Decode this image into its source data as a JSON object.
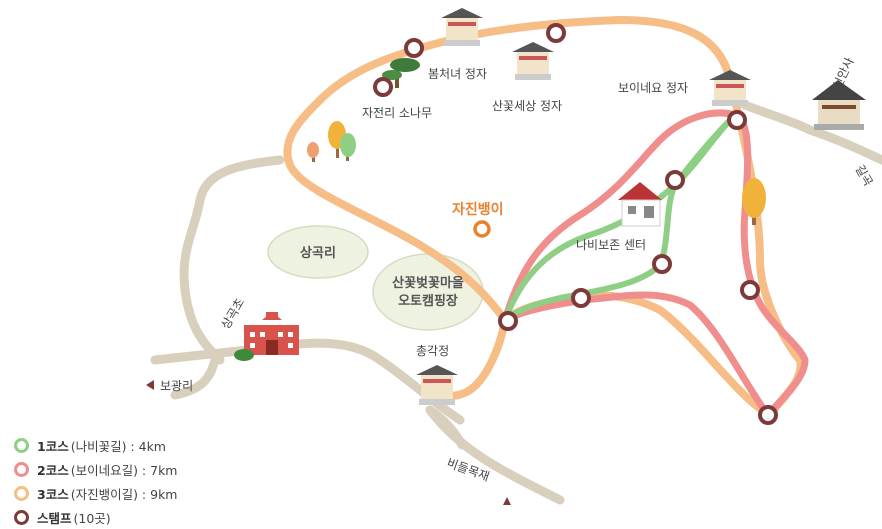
{
  "colors": {
    "course1": "#8ecf85",
    "course2": "#f08e8e",
    "course3": "#f6bd86",
    "stamp": "#7d3a3a",
    "road": "#d9cfbd",
    "area": "#eef2e0"
  },
  "labels": {
    "nabi_jeongja": "봄처녀 정자",
    "sanggot_jeongja": "산꽃세상 정자",
    "boine_jeongja": "보이네요 정자",
    "sonamu": "자전리 소나무",
    "sinansa": "신안사",
    "gilgok": "길곡",
    "jajinbaengi": "자진뱅이",
    "nabi_center": "나비보존 센터",
    "sanggokri": "상곡리",
    "camp_line1": "산꽃벚꽃마을",
    "camp_line2": "오토캠핑장",
    "sanggokcho": "상곡초",
    "chonggakjeong": "총각정",
    "bogwangri": "보광리",
    "bideulmokjae": "비들목재"
  },
  "legend": [
    {
      "name": "1코스",
      "detail": " (나비꽃길) : 4km",
      "color": "#8ecf85"
    },
    {
      "name": "2코스",
      "detail": " (보이네요길) : 7km",
      "color": "#f08e8e"
    },
    {
      "name": "3코스",
      "detail": " (자진뱅이길) : 9km",
      "color": "#f6bd86"
    },
    {
      "name": "스탬프",
      "detail": " (10곳)",
      "color": "#7d3a3a"
    }
  ]
}
